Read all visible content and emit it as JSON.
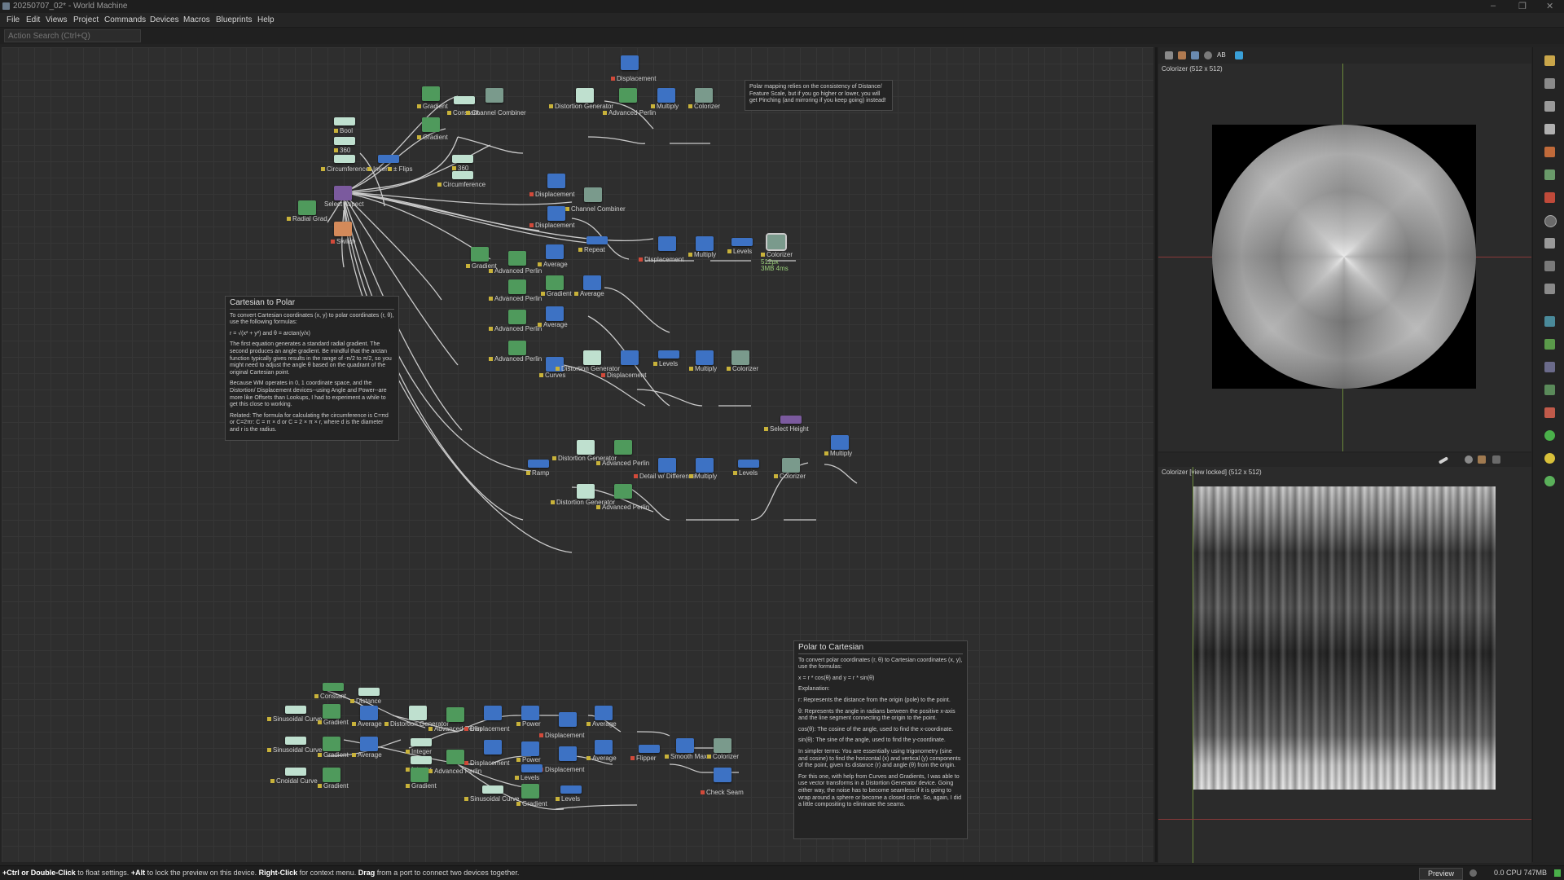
{
  "window": {
    "title": "20250707_02* - World Machine",
    "controls": [
      "–",
      "❐",
      "✕"
    ]
  },
  "menu": [
    "File",
    "Edit",
    "Views",
    "Project",
    "Commands",
    "Devices",
    "Macros",
    "Blueprints",
    "Help"
  ],
  "action_search": {
    "placeholder": "Action Search (Ctrl+Q)"
  },
  "colors": {
    "green": "#4f9a5c",
    "blue": "#3d72c4",
    "teal": "#7a9a8c",
    "mint": "#bfe0cf",
    "purple": "#7b5a9e",
    "orange": "#d48a5a",
    "lightgreen": "#9ad07a"
  },
  "nodes_top": [
    {
      "label": "Displacement",
      "color": "blue"
    },
    {
      "label": "Gradient",
      "color": "green"
    },
    {
      "label": "Constant",
      "color": "mint"
    },
    {
      "label": "Channel Combiner",
      "color": "teal"
    },
    {
      "label": "Distortion Generator",
      "color": "mint"
    },
    {
      "label": "Advanced Perlin",
      "color": "green"
    },
    {
      "label": "Multiply",
      "color": "blue"
    },
    {
      "label": "Colorizer",
      "color": "teal"
    },
    {
      "label": "Gradient",
      "color": "green"
    },
    {
      "label": "Bool",
      "color": "mint"
    },
    {
      "label": "360",
      "color": "mint"
    },
    {
      "label": "Circumference",
      "color": "mint"
    },
    {
      "label": "Invert",
      "color": "blue"
    },
    {
      "label": "± Flips",
      "color": "blue"
    },
    {
      "label": "360",
      "color": "mint"
    },
    {
      "label": "Circumference",
      "color": "mint"
    },
    {
      "label": "Select Aspect",
      "color": "purple"
    },
    {
      "label": "Radial Grad.",
      "color": "green"
    },
    {
      "label": "Switch",
      "color": "orange"
    },
    {
      "label": "Displacement",
      "color": "blue"
    },
    {
      "label": "Channel Combiner",
      "color": "teal"
    },
    {
      "label": "Displacement",
      "color": "blue"
    },
    {
      "label": "Repeat",
      "color": "blue"
    },
    {
      "label": "Displacement",
      "color": "blue"
    },
    {
      "label": "Multiply",
      "color": "blue"
    },
    {
      "label": "Levels",
      "color": "blue"
    },
    {
      "label": "Colorizer",
      "color": "teal"
    },
    {
      "label": "512px",
      "color": "none"
    },
    {
      "label": "3MB 4ms",
      "color": "none"
    },
    {
      "label": "Gradient",
      "color": "green"
    },
    {
      "label": "Advanced Perlin",
      "color": "green"
    },
    {
      "label": "Average",
      "color": "blue"
    },
    {
      "label": "Advanced Perlin",
      "color": "green"
    },
    {
      "label": "Gradient",
      "color": "green"
    },
    {
      "label": "Average",
      "color": "blue"
    },
    {
      "label": "Advanced Perlin",
      "color": "green"
    },
    {
      "label": "Average",
      "color": "blue"
    },
    {
      "label": "Advanced Perlin",
      "color": "green"
    },
    {
      "label": "Curves",
      "color": "blue"
    },
    {
      "label": "Distortion Generator",
      "color": "mint"
    },
    {
      "label": "Displacement",
      "color": "blue"
    },
    {
      "label": "Levels",
      "color": "blue"
    },
    {
      "label": "Multiply",
      "color": "blue"
    },
    {
      "label": "Colorizer",
      "color": "teal"
    },
    {
      "label": "Select Height",
      "color": "purple"
    },
    {
      "label": "Multiply",
      "color": "blue"
    },
    {
      "label": "Distortion Generator",
      "color": "mint"
    },
    {
      "label": "Advanced Perlin",
      "color": "green"
    },
    {
      "label": "Ramp",
      "color": "blue"
    },
    {
      "label": "Detail w/ Difference",
      "color": "blue"
    },
    {
      "label": "Multiply",
      "color": "blue"
    },
    {
      "label": "Levels",
      "color": "blue"
    },
    {
      "label": "Colorizer",
      "color": "teal"
    },
    {
      "label": "Distortion Generator",
      "color": "mint"
    },
    {
      "label": "Advanced Perlin",
      "color": "green"
    }
  ],
  "nodes_bottom": [
    {
      "label": "Constant",
      "color": "green"
    },
    {
      "label": "Distance",
      "color": "mint"
    },
    {
      "label": "Sinusoidal Curve",
      "color": "mint"
    },
    {
      "label": "Gradient",
      "color": "green"
    },
    {
      "label": "Average",
      "color": "blue"
    },
    {
      "label": "Distortion Generator",
      "color": "mint"
    },
    {
      "label": "Advanced Perlin",
      "color": "green"
    },
    {
      "label": "Displacement",
      "color": "blue"
    },
    {
      "label": "Power",
      "color": "blue"
    },
    {
      "label": "Average",
      "color": "blue"
    },
    {
      "label": "Displacement",
      "color": "blue"
    },
    {
      "label": "Sinusoidal Curve",
      "color": "mint"
    },
    {
      "label": "Gradient",
      "color": "green"
    },
    {
      "label": "Average",
      "color": "blue"
    },
    {
      "label": "Integer",
      "color": "mint"
    },
    {
      "label": "Displacement",
      "color": "blue"
    },
    {
      "label": "Power",
      "color": "blue"
    },
    {
      "label": "Average",
      "color": "blue"
    },
    {
      "label": "Displacement",
      "color": "blue"
    },
    {
      "label": "Flipper",
      "color": "blue"
    },
    {
      "label": "Smooth Max",
      "color": "blue"
    },
    {
      "label": "Colorizer",
      "color": "teal"
    },
    {
      "label": "Integer",
      "color": "mint"
    },
    {
      "label": "Advanced Perlin",
      "color": "green"
    },
    {
      "label": "Levels",
      "color": "blue"
    },
    {
      "label": "Cnoidal Curve",
      "color": "mint"
    },
    {
      "label": "Gradient",
      "color": "green"
    },
    {
      "label": "Gradient",
      "color": "green"
    },
    {
      "label": "Sinusoidal Curve",
      "color": "mint"
    },
    {
      "label": "Gradient",
      "color": "green"
    },
    {
      "label": "Levels",
      "color": "blue"
    },
    {
      "label": "Check Seam",
      "color": "blue"
    }
  ],
  "notes": {
    "polar_hint": "Polar mapping relies on the consistency of Distance/ Feature Scale, but if you go higher or lower, you will get Pinching (and mirroring if you keep going) instead!",
    "c2p": {
      "title": "Cartesian to Polar",
      "p": [
        "To convert Cartesian coordinates (x, y) to polar coordinates (r, θ), use the following formulas:",
        "r = √(x² + y²) and θ = arctan(y/x)",
        "The first equation generates a standard radial gradient. The second produces an angle gradient. Be mindful that the arctan function typically gives results in the range of -π/2 to π/2, so you might need to adjust the angle θ based on the quadrant of the original Cartesian point.",
        "Because WM operates in 0, 1 coordinate space, and the Distortion/ Displacement devices--using Angle and Power--are more like Offsets than Lookups, I had to experiment a while to get this close to working.",
        "Related: The formula for calculating the circumference is C=πd or C=2πr: C = π × d or C = 2 × π × r, where d is the diameter and r is the radius."
      ]
    },
    "p2c": {
      "title": "Polar to Cartesian",
      "p": [
        "To convert polar coordinates (r, θ) to Cartesian coordinates (x, y), use the formulas:",
        "x = r * cos(θ) and y = r * sin(θ)",
        "Explanation:",
        "r: Represents the distance from the origin (pole) to the point.",
        "θ: Represents the angle in radians between the positive x-axis and the line segment connecting the origin to the point.",
        "cos(θ): The cosine of the angle, used to find the x-coordinate.",
        "sin(θ): The sine of the angle, used to find the y-coordinate.",
        "In simpler terms: You are essentially using trigonometry (sine and cosine) to find the horizontal (x) and vertical (y) components of the point, given its distance (r) and angle (θ) from the origin.",
        "For this one, with help from Curves and Gradients, I was able to use vector transforms in a Distortion Generator device. Going either way, the noise has to become seamless if it is going to wrap around a sphere or become a closed circle. So, again, I did a little compositing to eliminate the seams."
      ]
    }
  },
  "preview_top": {
    "title": "Colorizer (512 x 512)",
    "ab": "AB"
  },
  "preview_bottom": {
    "title": "Colorizer [view locked] (512 x 512)"
  },
  "status": {
    "hint_parts": [
      "+Ctrl or Double-Click",
      " to float settings. ",
      "+Alt",
      " to lock the preview on this device. ",
      "Right-Click",
      " for context menu. ",
      "Drag",
      " from a port to connect two devices together."
    ],
    "preview_button": "Preview",
    "cpu": "0.0 CPU 747MB"
  }
}
